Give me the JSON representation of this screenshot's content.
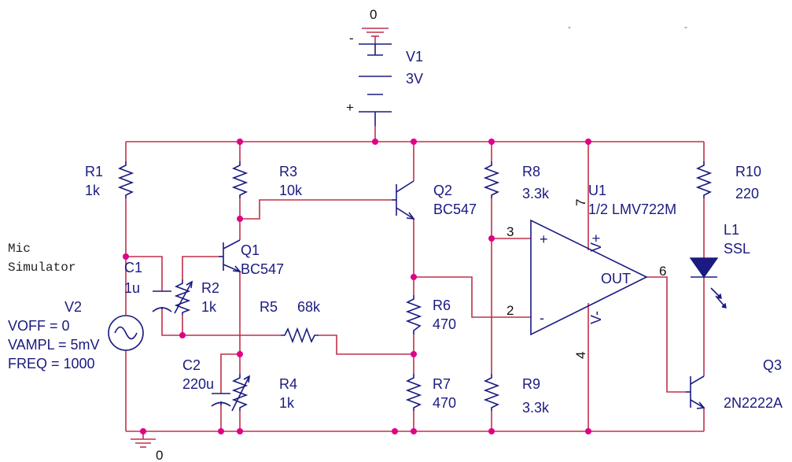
{
  "ground_top": "0",
  "ground_bottom": "0",
  "sim_label": {
    "line1": "Mic",
    "line2": "Simulator"
  },
  "v1": {
    "name": "V1",
    "value": "3V",
    "minus": "-",
    "plus": "+"
  },
  "v2": {
    "name": "V2",
    "voff": "VOFF = 0",
    "vampl": "VAMPL = 5mV",
    "freq": "FREQ = 1000"
  },
  "r1": {
    "name": "R1",
    "value": "1k"
  },
  "r2": {
    "name": "R2",
    "value": "1k"
  },
  "r3": {
    "name": "R3",
    "value": "10k"
  },
  "r4": {
    "name": "R4",
    "value": "1k"
  },
  "r5": {
    "name": "R5",
    "value": "68k"
  },
  "r6": {
    "name": "R6",
    "value": "470"
  },
  "r7": {
    "name": "R7",
    "value": "470"
  },
  "r8": {
    "name": "R8",
    "value": "3.3k"
  },
  "r9": {
    "name": "R9",
    "value": "3.3k"
  },
  "r10": {
    "name": "R10",
    "value": "220"
  },
  "c1": {
    "name": "C1",
    "value": "1u"
  },
  "c2": {
    "name": "C2",
    "value": "220u"
  },
  "q1": {
    "name": "Q1",
    "model": "BC547"
  },
  "q2": {
    "name": "Q2",
    "model": "BC547"
  },
  "q3": {
    "name": "Q3",
    "model": "2N2222A"
  },
  "u1": {
    "name": "U1",
    "model": "1/2 LMV722M",
    "plus": "+",
    "minus": "-",
    "out": "OUT",
    "vplus": "V+",
    "vminus": "V-",
    "pin3": "3",
    "pin2": "2",
    "pin6": "6",
    "pin7": "7",
    "pin4": "4"
  },
  "l1": {
    "name": "L1",
    "model": "SSL"
  },
  "stray_marks": [
    "-",
    "-"
  ]
}
